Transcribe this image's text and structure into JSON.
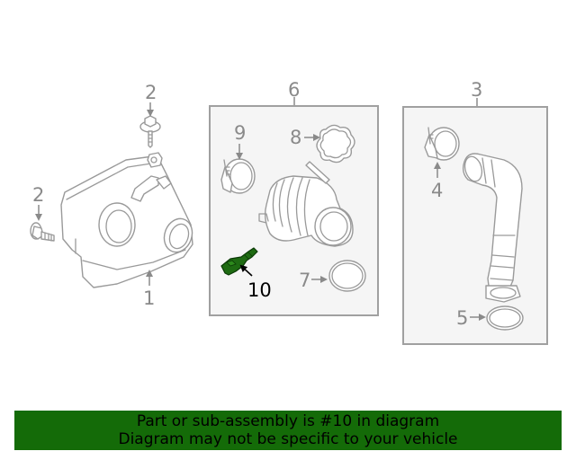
{
  "diagram": {
    "highlighted_part": "10",
    "highlight_color": "#1e6b12",
    "callouts": [
      {
        "id": "1",
        "label": "1"
      },
      {
        "id": "2a",
        "label": "2"
      },
      {
        "id": "2b",
        "label": "2"
      },
      {
        "id": "3",
        "label": "3"
      },
      {
        "id": "4",
        "label": "4"
      },
      {
        "id": "5",
        "label": "5"
      },
      {
        "id": "6",
        "label": "6"
      },
      {
        "id": "7",
        "label": "7"
      },
      {
        "id": "8",
        "label": "8"
      },
      {
        "id": "9",
        "label": "9"
      },
      {
        "id": "10",
        "label": "10"
      }
    ],
    "groups": [
      {
        "id": "group-6",
        "label": "6"
      },
      {
        "id": "group-3",
        "label": "3"
      }
    ]
  },
  "banner": {
    "line1": "Part or sub-assembly is #10 in diagram",
    "line2": "Diagram may not be specific to your vehicle",
    "background_color": "#146b08"
  }
}
